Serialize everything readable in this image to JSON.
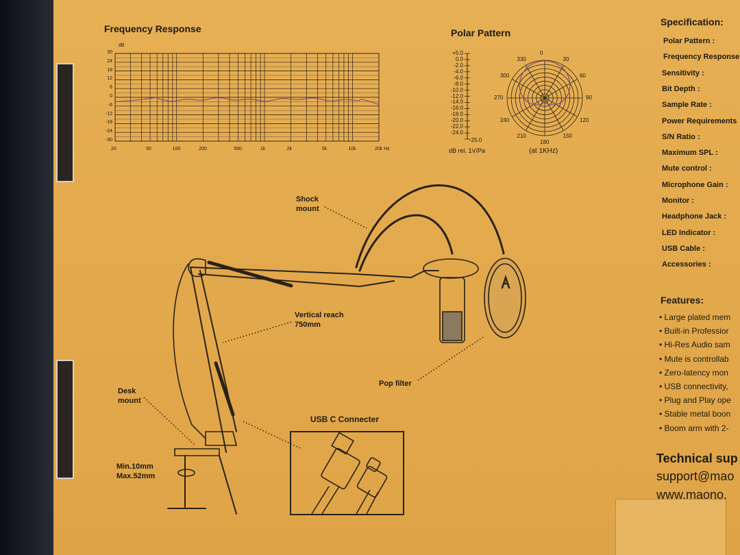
{
  "frequency_response": {
    "title": "Frequency Response",
    "y_unit": "dB",
    "y_ticks": [
      "30",
      "24",
      "18",
      "12",
      "6",
      "0",
      "-6",
      "-12",
      "-18",
      "-24",
      "-30"
    ],
    "x_ticks": [
      "20",
      "50",
      "100",
      "200",
      "500",
      "1k",
      "2k",
      "5k",
      "10k",
      "20k Hz"
    ]
  },
  "polar_pattern": {
    "title": "Polar Pattern",
    "scale": [
      "+5.0",
      "0.0",
      "-2.0",
      "-4.0",
      "-6.0",
      "-8.0",
      "-10.0",
      "-12.0",
      "-14.0",
      "-16.0",
      "-18.0",
      "-20.0",
      "-22.0",
      "-24.0",
      "-25.0"
    ],
    "scale_unit": "dB rel. 1V/Pa",
    "angles": [
      "0",
      "30",
      "60",
      "90",
      "120",
      "150",
      "180",
      "210",
      "240",
      "270",
      "300",
      "330"
    ],
    "caption": "(at 1KHz)"
  },
  "diagram": {
    "shock_mount": "Shock\nmount",
    "vertical_reach": "Vertical reach\n750mm",
    "desk_mount": "Desk\nmount",
    "pop_filter": "Pop filter",
    "usb_title": "USB C Connecter",
    "clamp": "Min.10mm\nMax.52mm"
  },
  "specification": {
    "title": "Specification:",
    "items": [
      "Polar Pattern :",
      "Frequency Response",
      "Sensitivity :",
      "Bit Depth :",
      "Sample Rate :",
      "Power Requirements",
      "S/N Ratio :",
      "Maximum SPL :",
      "Mute control :",
      "Microphone Gain :",
      "Monitor :",
      "Headphone Jack :",
      "LED Indicator :",
      "USB Cable :",
      "Accessories :"
    ]
  },
  "features": {
    "title": "Features:",
    "items": [
      "Large plated mem",
      "Built-in Professior",
      "Hi-Res Audio sam",
      "Mute is controllab",
      "Zero-latency mon",
      "USB connectivity,",
      "Plug and Play ope",
      "Stable metal boon",
      "Boom arm with 2-"
    ]
  },
  "technical": {
    "title": "Technical sup",
    "email": "support@mao",
    "web": "www.maono."
  },
  "colors": {
    "cardboard": "#e3ab4f",
    "ink": "#1d1a14",
    "curve": "#8a4a7a"
  }
}
